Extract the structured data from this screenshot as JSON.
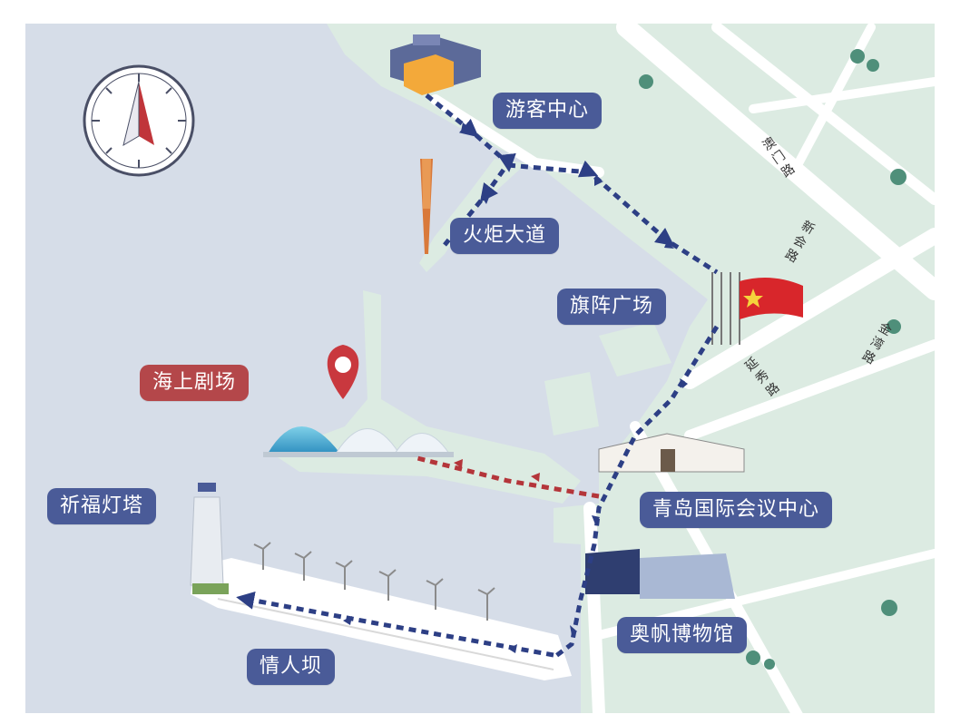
{
  "map": {
    "colors": {
      "sea": "#d6dde8",
      "land": "#dcebe2",
      "road": "#ffffff",
      "route_blue": "#2d3f85",
      "route_red": "#b4353a",
      "label_blue": "#4a5b98",
      "label_red": "#b4474a"
    },
    "places": {
      "visitor_center": "游客中心",
      "torch_avenue": "火炬大道",
      "flag_square": "旗阵广场",
      "sea_theater": "海上剧场",
      "lighthouse": "祈福灯塔",
      "convention_center": "青岛国际会议中心",
      "museum": "奥帆博物馆",
      "lovers_dam": "情人坝"
    },
    "roads": {
      "aomen_road": "澳门路",
      "xinhui_road": "新会路",
      "jinwan_road": "金湾路",
      "yanxiu_road": "延秀路"
    },
    "icons": {
      "compass": "compass-icon",
      "location_pin": "location-pin-icon",
      "flag": "china-flag-icon"
    }
  }
}
